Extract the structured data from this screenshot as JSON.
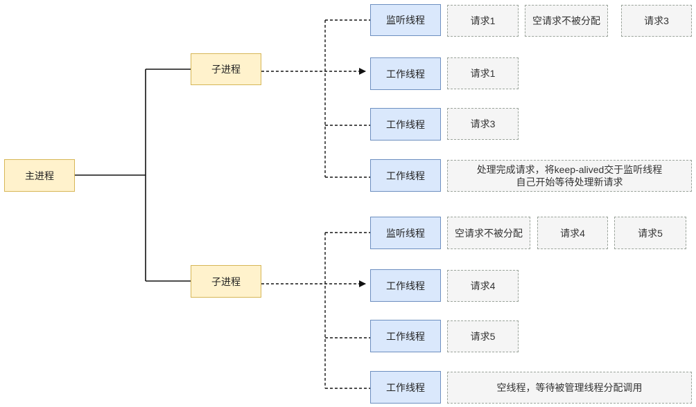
{
  "main_process": {
    "label": "主进程"
  },
  "child_processes": [
    {
      "label": "子进程",
      "listener": {
        "label": "监听线程",
        "requests": [
          "请求1",
          "空请求不被分配",
          "请求3"
        ]
      },
      "workers": [
        {
          "label": "工作线程",
          "note_lines": [
            "请求1"
          ]
        },
        {
          "label": "工作线程",
          "note_lines": [
            "请求3"
          ]
        },
        {
          "label": "工作线程",
          "note_lines": [
            "处理完成请求，将keep-alived交于监听线程",
            "自己开始等待处理新请求"
          ]
        }
      ]
    },
    {
      "label": "子进程",
      "listener": {
        "label": "监听线程",
        "requests": [
          "空请求不被分配",
          "请求4",
          "请求5"
        ]
      },
      "workers": [
        {
          "label": "工作线程",
          "note_lines": [
            "请求4"
          ]
        },
        {
          "label": "工作线程",
          "note_lines": [
            "请求5"
          ]
        },
        {
          "label": "工作线程",
          "note_lines": [
            "空线程，等待被管理线程分配调用"
          ]
        }
      ]
    }
  ],
  "colors": {
    "process_fill": "#fff2cc",
    "process_border": "#d6b656",
    "thread_fill": "#dae8fc",
    "thread_border": "#6c8ebf",
    "request_fill": "#f5f5f5",
    "request_border": "#9aa39a",
    "connector": "#111111"
  }
}
